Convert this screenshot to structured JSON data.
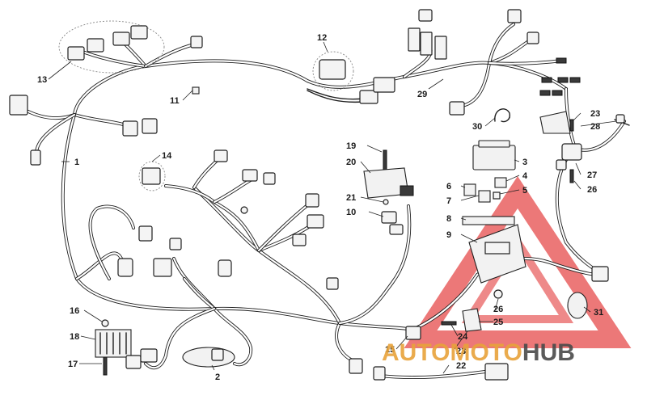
{
  "diagram": {
    "callouts": [
      "1",
      "2",
      "3",
      "4",
      "5",
      "6",
      "7",
      "8",
      "9",
      "10",
      "11",
      "12",
      "13",
      "14",
      "15",
      "16",
      "17",
      "18",
      "19",
      "20",
      "21",
      "22",
      "23",
      "23",
      "24",
      "25",
      "26",
      "26",
      "27",
      "28",
      "29",
      "30",
      "31"
    ],
    "colors": {
      "line": "#1e1e1e",
      "watermark_red": "#e43a3a",
      "watermark_gold": "#e8a33a",
      "watermark_gray": "#4a4a4a"
    }
  },
  "watermark": {
    "text": "AUTOMOTOHUB"
  }
}
